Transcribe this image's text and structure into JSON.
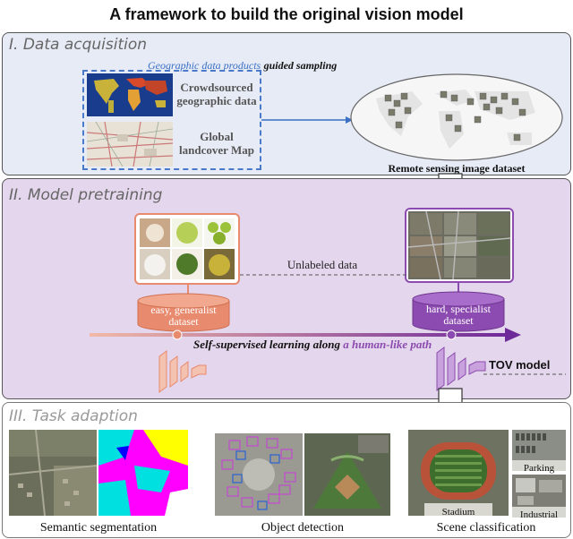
{
  "title": "A framework to build the original vision model",
  "sections": {
    "s1": {
      "title": "I. Data acquisition",
      "geo_products": "Geographic data products",
      "guided": "guided sampling",
      "crowd1": "Crowdsourced",
      "crowd2": "geographic data",
      "land1": "Global",
      "land2": "landcover Map",
      "dataset_label": "Remote sensing image dataset"
    },
    "s2": {
      "title": "II. Model pretraining",
      "unlabeled": "Unlabeled data",
      "easy1": "easy, generalist",
      "easy2": "dataset",
      "hard1": "hard, specialist",
      "hard2": "dataset",
      "ssl_a": "Self-supervised learning along ",
      "ssl_b": "a human-like path",
      "tov": "TOV model"
    },
    "s3": {
      "title": "III. Task adaption",
      "seg": "Semantic segmentation",
      "det": "Object detection",
      "scene": "Scene classification",
      "stadium": "Stadium",
      "parking": "Parking",
      "industrial": "Industrial"
    }
  },
  "colors": {
    "s1_bg": "#e6ebf6",
    "s2_bg": "#e4d6ec",
    "arrow_blue": "#3a6fc4",
    "dash_blue": "#4a79c9",
    "easy_orange": "#e88a6e",
    "hard_purple": "#8c4bb0",
    "timeline_purple": "#6f2a9a"
  }
}
